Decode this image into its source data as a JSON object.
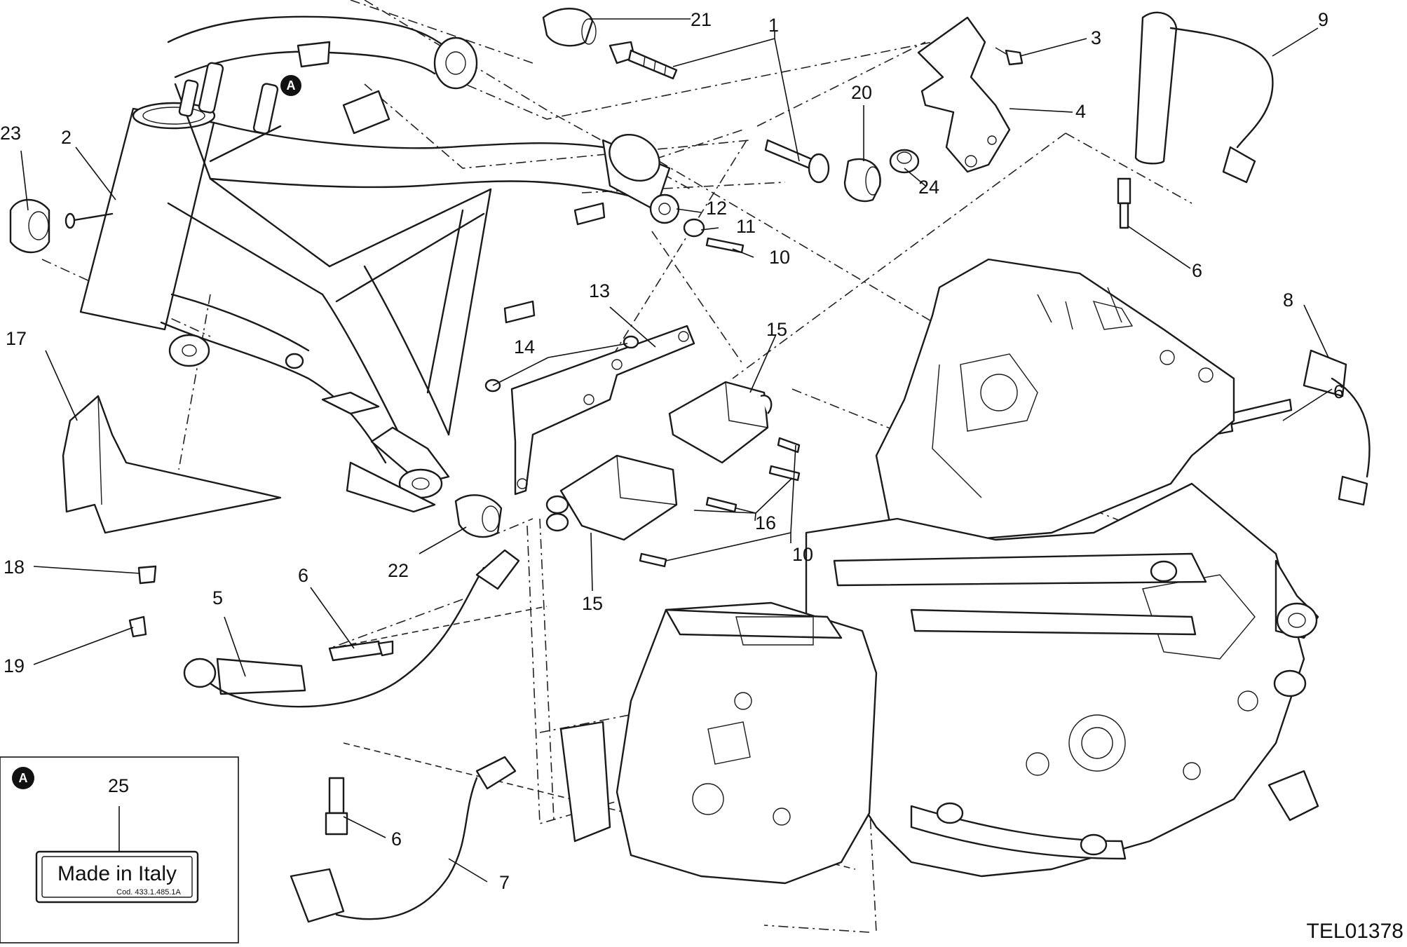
{
  "figure": {
    "drawing_code": "TEL01378",
    "detail_marker": "A",
    "detail_label_text": "Made in Italy",
    "detail_label_code": "Cod. 433.1.485.1A"
  },
  "callouts": [
    {
      "id": "c21",
      "text": "21"
    },
    {
      "id": "c1",
      "text": "1"
    },
    {
      "id": "c3",
      "text": "3"
    },
    {
      "id": "c9",
      "text": "9"
    },
    {
      "id": "c4",
      "text": "4"
    },
    {
      "id": "c20",
      "text": "20"
    },
    {
      "id": "c24",
      "text": "24"
    },
    {
      "id": "c23",
      "text": "23"
    },
    {
      "id": "c2",
      "text": "2"
    },
    {
      "id": "c12",
      "text": "12"
    },
    {
      "id": "c11",
      "text": "11"
    },
    {
      "id": "c10a",
      "text": "10"
    },
    {
      "id": "c6a",
      "text": "6"
    },
    {
      "id": "c8",
      "text": "8"
    },
    {
      "id": "c13",
      "text": "13"
    },
    {
      "id": "c15a",
      "text": "15"
    },
    {
      "id": "c14",
      "text": "14"
    },
    {
      "id": "c17",
      "text": "17"
    },
    {
      "id": "c6b",
      "text": "6"
    },
    {
      "id": "c16",
      "text": "16"
    },
    {
      "id": "c10b",
      "text": "10"
    },
    {
      "id": "c22",
      "text": "22"
    },
    {
      "id": "c15b",
      "text": "15"
    },
    {
      "id": "c18",
      "text": "18"
    },
    {
      "id": "c6c",
      "text": "6"
    },
    {
      "id": "c5",
      "text": "5"
    },
    {
      "id": "c19",
      "text": "19"
    },
    {
      "id": "c25",
      "text": "25"
    },
    {
      "id": "c6d",
      "text": "6"
    },
    {
      "id": "c7",
      "text": "7"
    }
  ]
}
